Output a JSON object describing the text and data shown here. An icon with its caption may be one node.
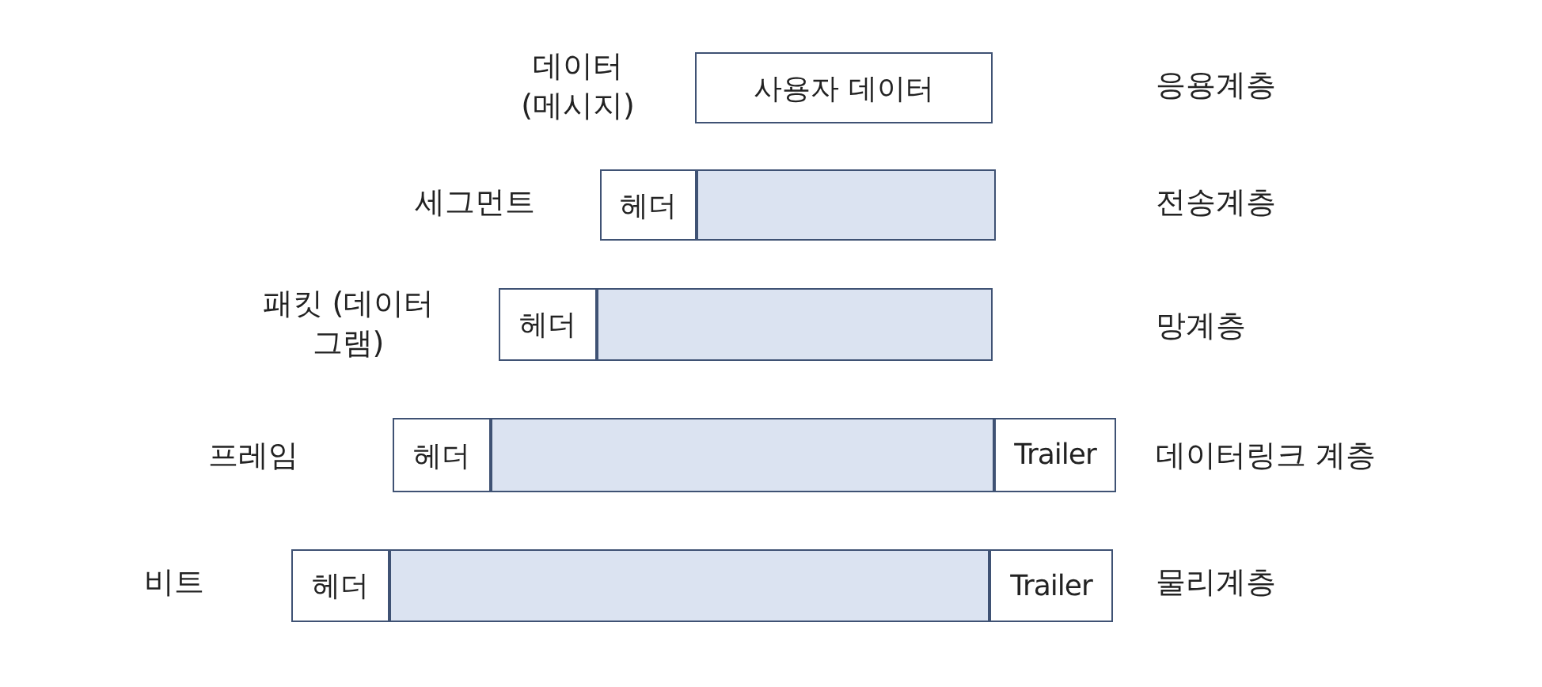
{
  "diagram": {
    "nodes": [
      {
        "text": [
          "사용자 데이터"
        ]
      },
      {
        "text": [
          "헤더"
        ]
      },
      {
        "text": [],
        "shape": "box"
      },
      {
        "text": [
          "헤더"
        ]
      },
      {
        "text": [],
        "shape": "box"
      },
      {
        "text": [
          "헤더"
        ]
      },
      {
        "text": [],
        "shape": "box"
      },
      {
        "text": [
          "Trailer"
        ]
      },
      {
        "text": [
          "헤더"
        ]
      },
      {
        "text": [],
        "shape": "box"
      },
      {
        "text": [
          "Trailer"
        ]
      }
    ],
    "labels": [
      "데이터 (메시지)",
      "응용계층",
      "세그먼트",
      "전송계층",
      "패킷 (데이터그램)",
      "망계층",
      "프레임",
      "데이터링크 계층",
      "비트",
      "물리계층"
    ]
  }
}
